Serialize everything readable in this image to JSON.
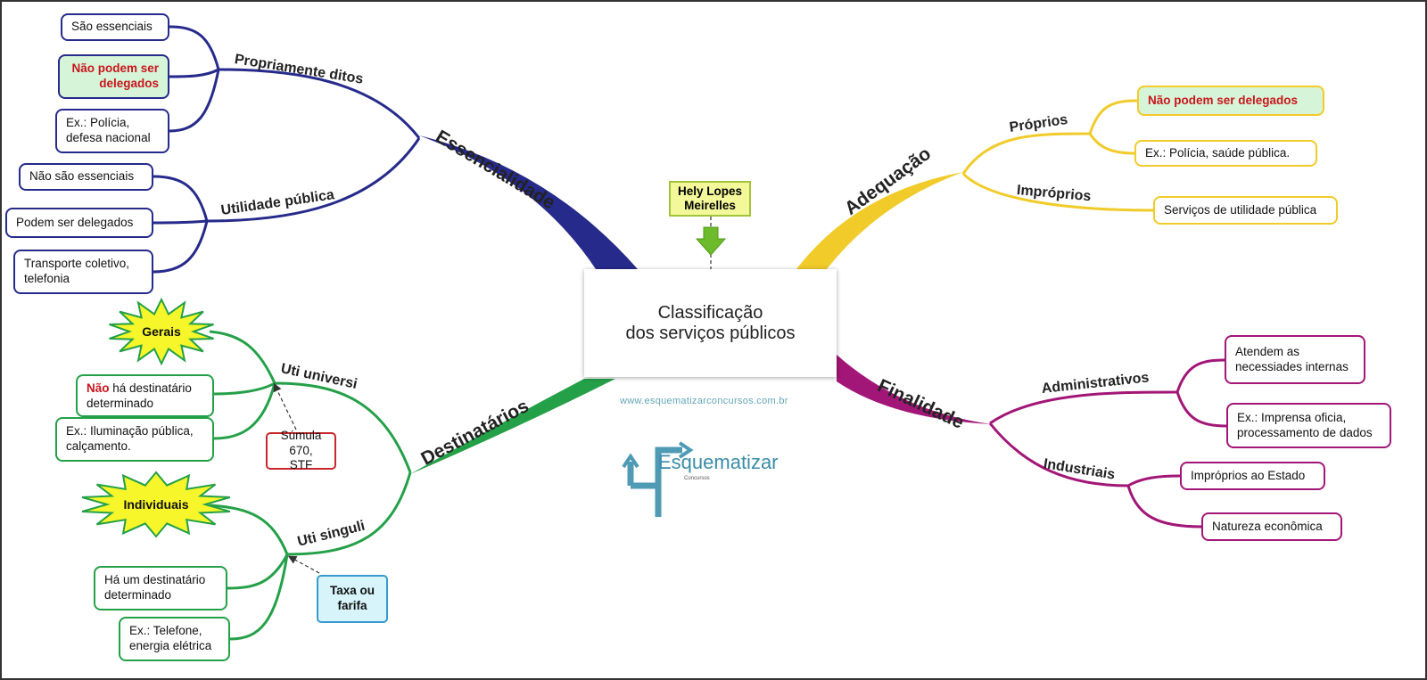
{
  "title": [
    "Classificação",
    "dos serviços públicos"
  ],
  "author_tag": [
    "Hely Lopes",
    "Meirelles"
  ],
  "website": "www.esquematizarconcursos.com.br",
  "logo": {
    "name": "Esquematizar",
    "sub": "Concursos"
  },
  "colors": {
    "blue": "#262a8a",
    "green": "#24a048",
    "yellow": "#f1cb2a",
    "magenta": "#a21677"
  },
  "essencialidade": {
    "label": "Essencialidade",
    "propriamente": {
      "label": "Propriamente ditos",
      "items": [
        "São essenciais",
        "Não podem ser delegados",
        "Ex.: Polícia, defesa nacional"
      ]
    },
    "utilidade": {
      "label": "Utilidade pública",
      "items": [
        "Não são essenciais",
        "Podem ser delegados",
        "Transporte coletivo, telefonia"
      ]
    }
  },
  "destinatarios": {
    "label": "Destinatários",
    "universi": {
      "label": "Uti universi",
      "star": "Gerais",
      "items_prefix": "Não",
      "items": [
        " há destinatário determinado",
        "Ex.: Iluminação pública, calçamento."
      ],
      "note": "Súmula 670, STF"
    },
    "singuli": {
      "label": "Uti singuli",
      "star": "Individuais",
      "items": [
        "Há um destinatário determinado",
        "Ex.: Telefone, energia elétrica"
      ],
      "note": "Taxa ou farifa"
    }
  },
  "adequacao": {
    "label": "Adequação",
    "proprios": {
      "label": "Próprios",
      "items": [
        "Não podem ser delegados",
        "Ex.: Polícia, saúde pública."
      ]
    },
    "improprios": {
      "label": "Impróprios",
      "items": [
        "Serviços de utilidade pública"
      ]
    }
  },
  "finalidade": {
    "label": "Finalidade",
    "administrativos": {
      "label": "Administrativos",
      "items": [
        "Atendem as necessiades internas",
        "Ex.: Imprensa oficia, processamento de dados"
      ]
    },
    "industriais": {
      "label": "Industriais",
      "items": [
        "Impróprios ao Estado",
        "Natureza econômica"
      ]
    }
  }
}
